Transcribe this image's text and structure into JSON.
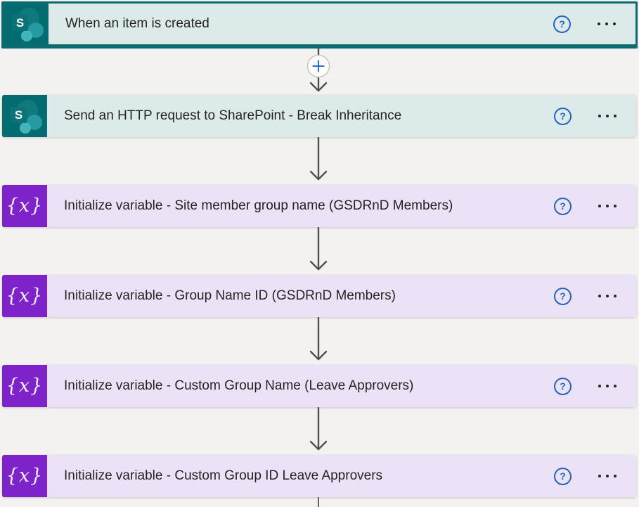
{
  "app": {
    "name": "Power Automate flow designer canvas"
  },
  "colors": {
    "canvas_bg": "#f3f2f1",
    "sharepoint_card_bg": "#dcebe9",
    "sharepoint_icon_bg": "#036c70",
    "selected_card_border": "#0c6b6f",
    "variable_card_bg": "#ece2f8",
    "variable_icon_bg": "#7e23c9",
    "help_icon_blue": "#2563c2",
    "arrow_gray": "#514e4b",
    "add_plus_blue": "#2e6bc4"
  },
  "cards": [
    {
      "title": "When an item is created",
      "connector": "sharepoint",
      "selected": true
    },
    {
      "title": "Send an HTTP request to SharePoint - Break Inheritance",
      "connector": "sharepoint",
      "selected": false
    },
    {
      "title": "Initialize variable - Site member group name (GSDRnD Members)",
      "connector": "variable",
      "selected": false
    },
    {
      "title": "Initialize variable - Group Name ID (GSDRnD Members)",
      "connector": "variable",
      "selected": false
    },
    {
      "title": "Initialize variable - Custom Group Name (Leave Approvers)",
      "connector": "variable",
      "selected": false
    },
    {
      "title": "Initialize variable - Custom Group ID Leave Approvers",
      "connector": "variable",
      "selected": false
    }
  ],
  "icons": {
    "sharepoint_letter": "S",
    "variable_glyph": "{x}",
    "help_glyph": "?",
    "menu": "ellipsis",
    "add_step": "plus"
  }
}
